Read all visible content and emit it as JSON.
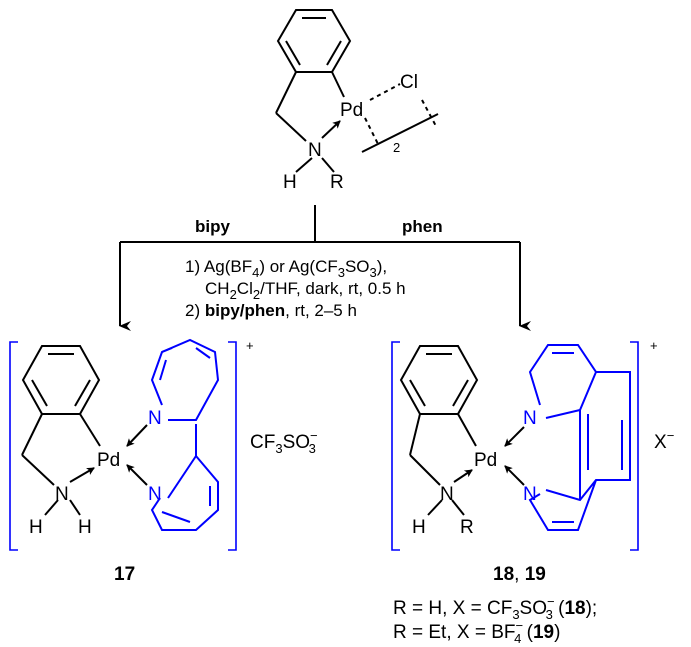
{
  "reactant": {
    "pd": "Pd",
    "cl": "Cl",
    "n": "N",
    "h": "H",
    "r": "R",
    "dimer_count": "2"
  },
  "reagents": {
    "branch_left": "bipy",
    "branch_right": "phen",
    "step1_a": "1) Ag(BF",
    "sub4": "4",
    "step1_b": ") or Ag(CF",
    "sub3": "3",
    "step1_c": "SO",
    "sub3b": "3",
    "step1_d": "),",
    "step1_line2_a": "CH",
    "sub2": "2",
    "step1_line2_b": "Cl",
    "sub2b": "2",
    "step1_line2_c": "/THF, dark, rt, 0.5 h",
    "step2_a": "2) ",
    "step2_bold": "bipy/phen",
    "step2_b": ", rt, 2–5 h"
  },
  "product17": {
    "pd": "Pd",
    "n": "N",
    "h1": "H",
    "h2": "H",
    "n_py1": "N",
    "n_py2": "N",
    "charge": "+",
    "anion_a": "CF",
    "anion_sub3": "3",
    "anion_b": "SO",
    "anion_sub3b": "3",
    "anion_sup": "−",
    "label": "17"
  },
  "product18_19": {
    "pd": "Pd",
    "n": "N",
    "h": "H",
    "r": "R",
    "n_ph1": "N",
    "n_ph2": "N",
    "charge": "+",
    "anion": "X",
    "anion_sup": "−",
    "label_a": "18",
    "label_sep": ", ",
    "label_b": "19"
  },
  "legend": {
    "line1_a": "R = H, X = CF",
    "line1_sub3": "3",
    "line1_b": "SO",
    "line1_sub3b": "3",
    "line1_sup": "−",
    "line1_c": " (",
    "line1_bold": "18",
    "line1_d": ");",
    "line2_a": "R = Et, X = BF",
    "line2_sub4": "4",
    "line2_sup": "−",
    "line2_c": " (",
    "line2_bold": "19",
    "line2_d": ")"
  },
  "colors": {
    "ligand": "#0000ff",
    "text": "#000000"
  }
}
